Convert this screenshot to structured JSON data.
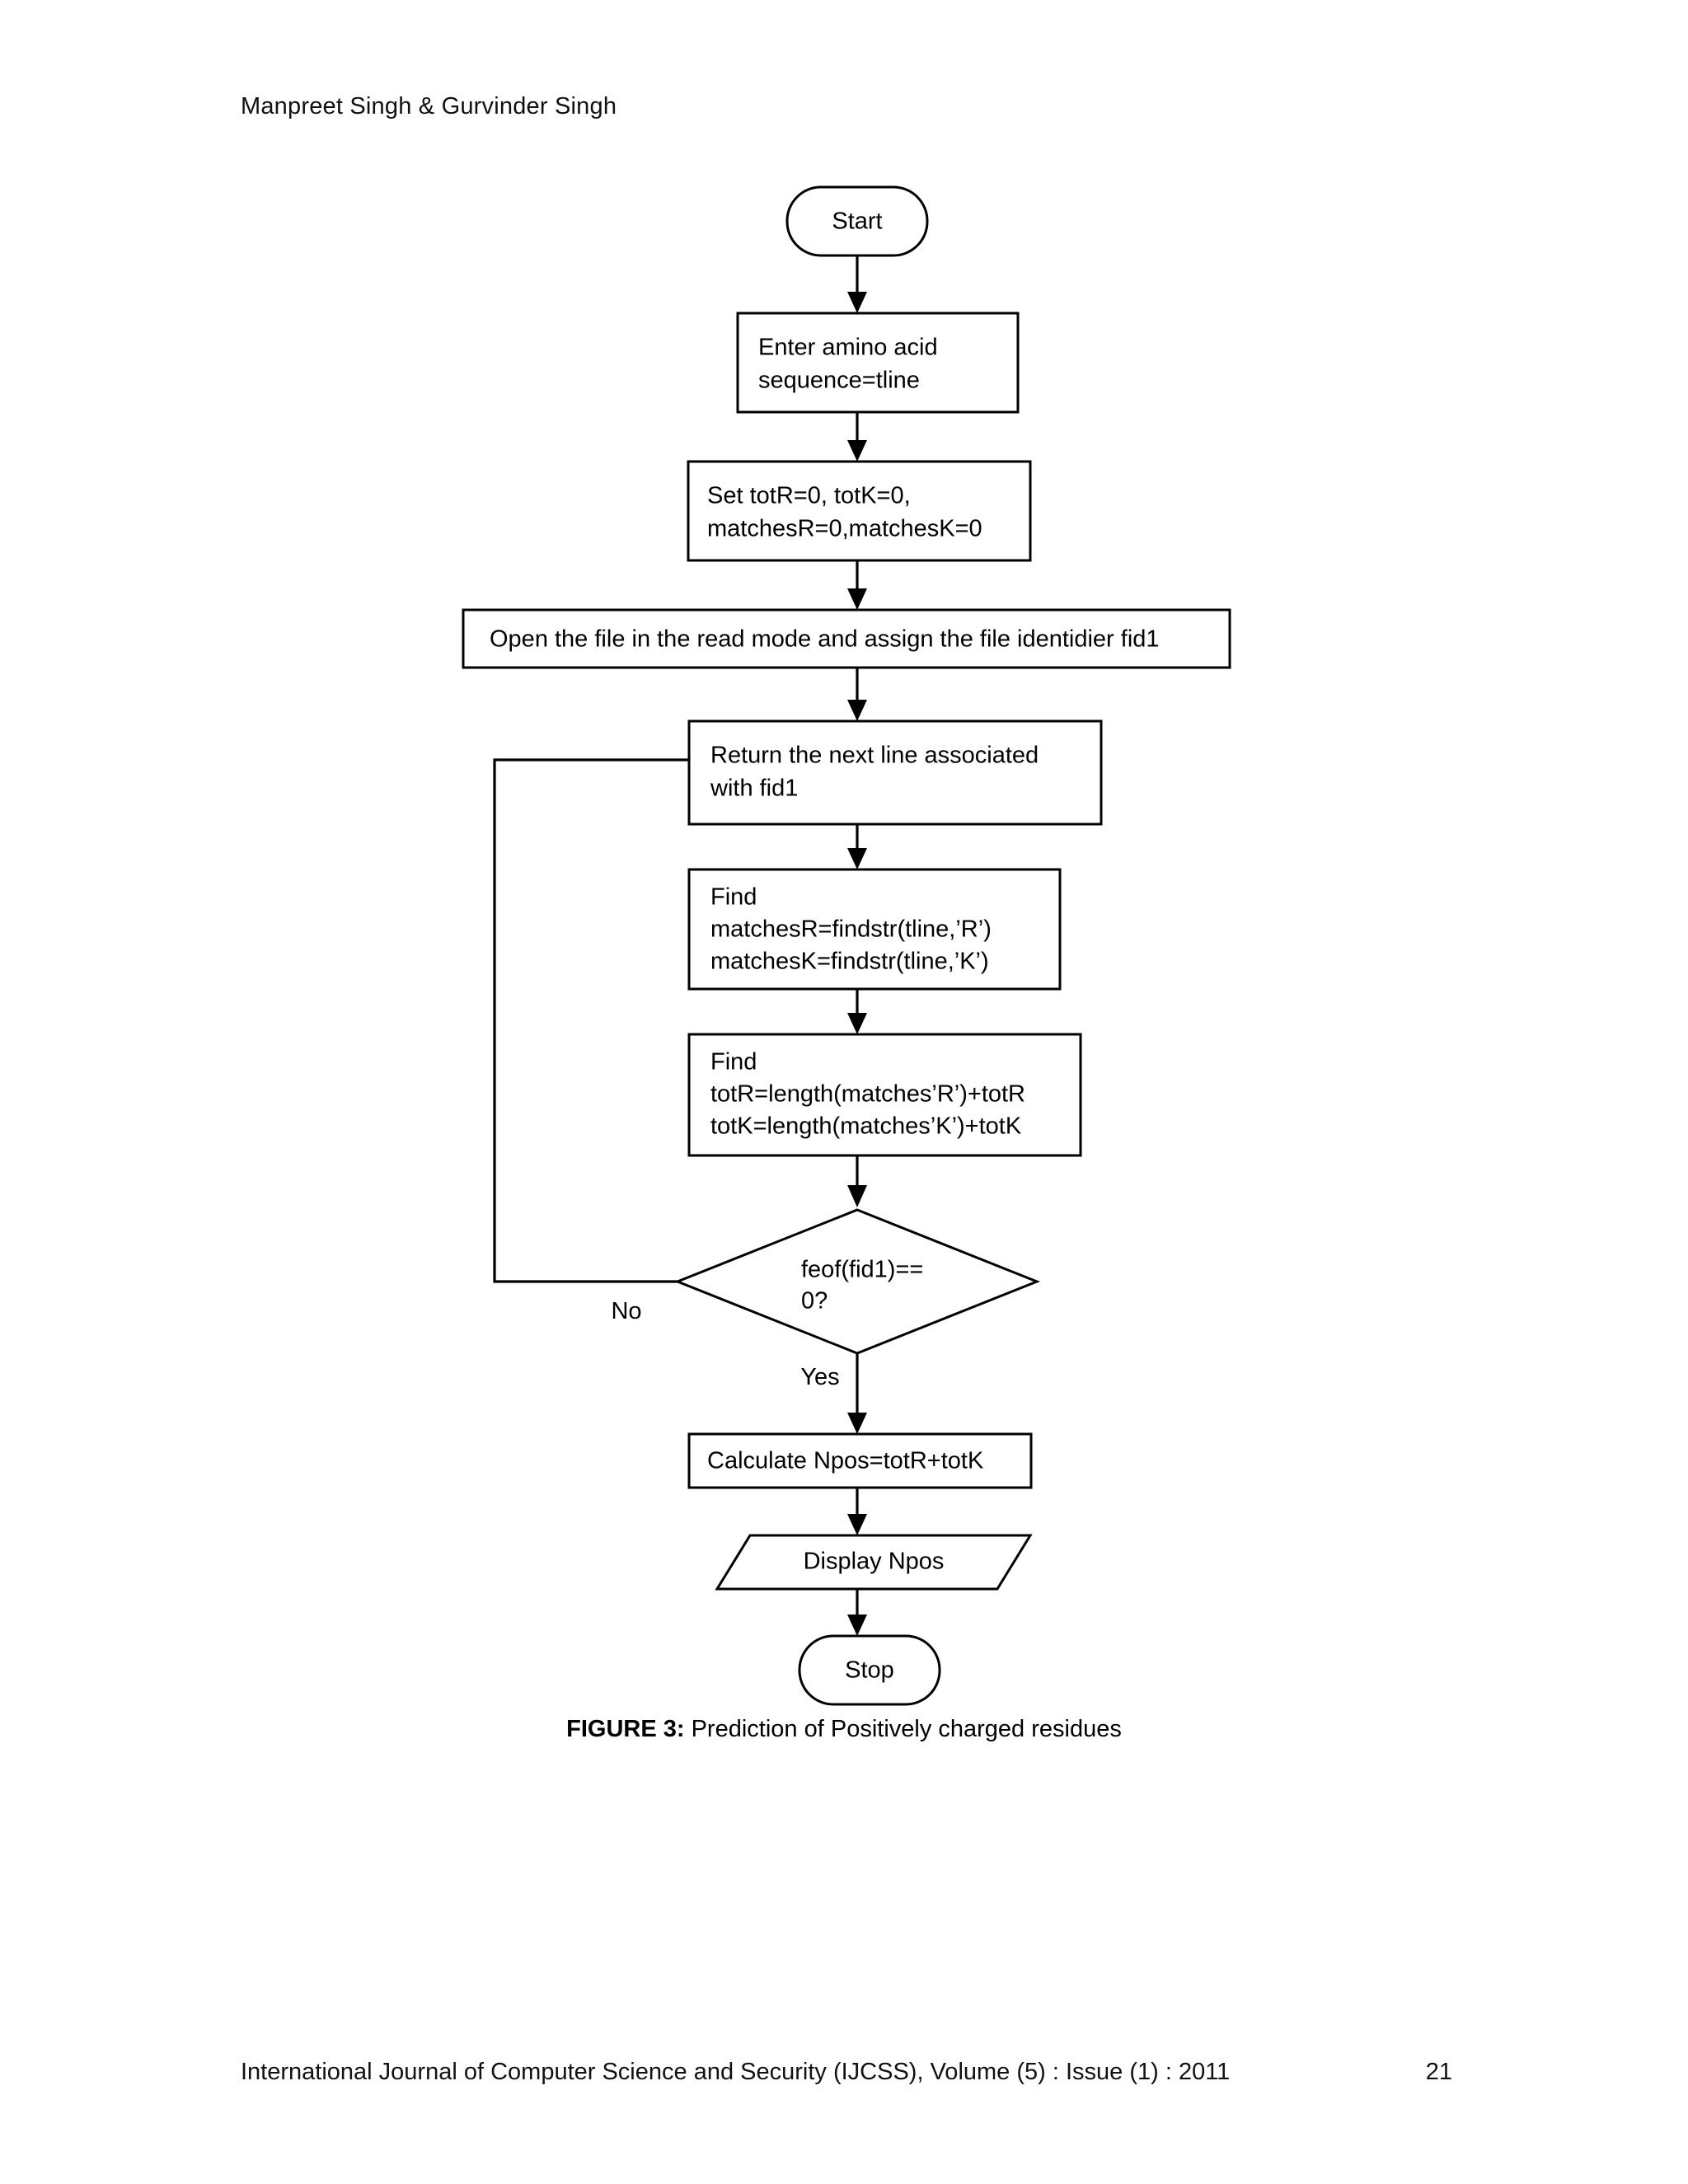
{
  "header": {
    "running_head": "Manpreet Singh & Gurvinder Singh"
  },
  "figure": {
    "caption_label": "FIGURE 3:",
    "caption_text": " Prediction of Positively charged residues"
  },
  "footer": {
    "journal_line": "International Journal of Computer Science and Security (IJCSS), Volume (5) : Issue (1) : 2011",
    "page_number": "21"
  },
  "flowchart": {
    "colors": {
      "stroke": "#000000",
      "fill": "#ffffff",
      "text": "#000000"
    },
    "nodes": {
      "start": {
        "shape": "terminator",
        "label": "Start"
      },
      "enter_sequence": {
        "shape": "process",
        "line1": "Enter amino acid",
        "line2": "sequence=tline"
      },
      "set_counters": {
        "shape": "process",
        "line1": "Set totR=0, totK=0,",
        "line2": "matchesR=0,matchesK=0"
      },
      "open_file": {
        "shape": "process",
        "line1": "Open the file in the read mode and assign the file identidier fid1"
      },
      "return_line": {
        "shape": "process",
        "line1": "Return the next line associated",
        "line2": "with fid1"
      },
      "find_matches": {
        "shape": "process",
        "line1": "Find",
        "line2": "matchesR=findstr(tline,’R’)",
        "line3": "matchesK=findstr(tline,’K’)"
      },
      "find_totals": {
        "shape": "process",
        "line1": "Find",
        "line2": "totR=length(matches’R’)+totR",
        "line3": "totK=length(matches’K’)+totK"
      },
      "decision_eof": {
        "shape": "decision",
        "line1": "feof(fid1)==",
        "line2": "0?"
      },
      "calculate_npos": {
        "shape": "process",
        "line1": "Calculate Npos=totR+totK"
      },
      "display_npos": {
        "shape": "io-parallelogram",
        "line1": "Display Npos"
      },
      "stop": {
        "shape": "terminator",
        "label": "Stop"
      }
    },
    "branch_labels": {
      "no": "No",
      "yes": "Yes"
    }
  }
}
